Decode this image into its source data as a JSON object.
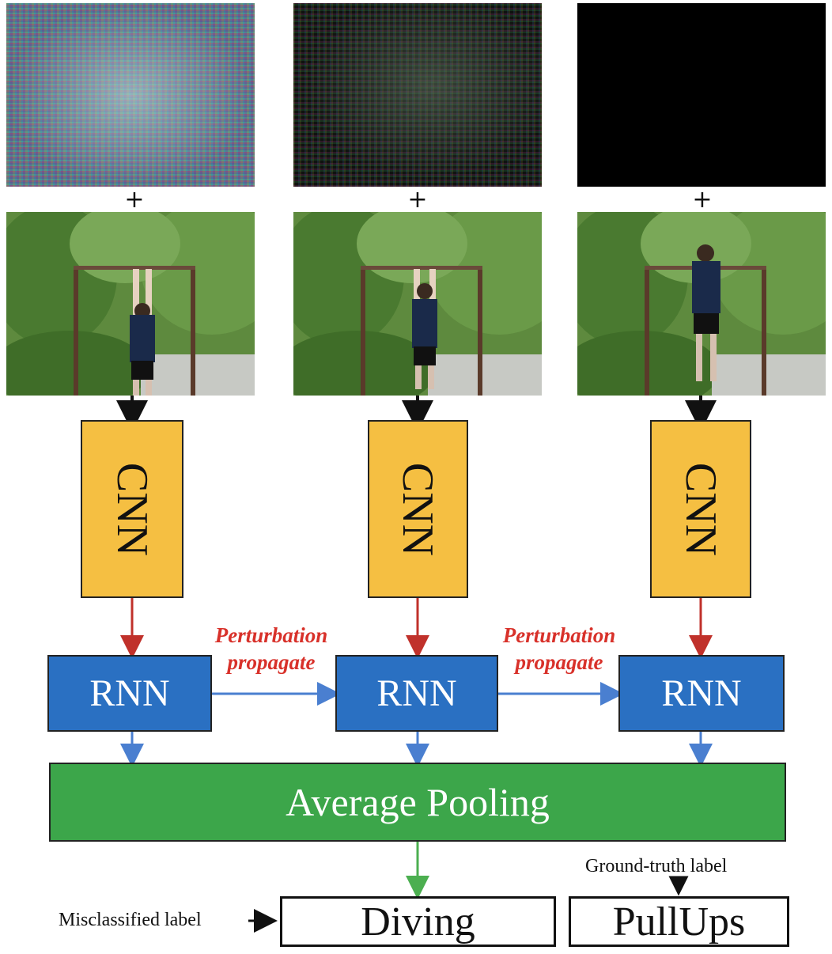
{
  "plus_signs": [
    "+",
    "+",
    "+"
  ],
  "cnn_labels": [
    "CNN",
    "CNN",
    "CNN"
  ],
  "rnn_labels": [
    "RNN",
    "RNN",
    "RNN"
  ],
  "perturbation_labels": [
    {
      "line1": "Perturbation",
      "line2": "propagate"
    },
    {
      "line1": "Perturbation",
      "line2": "propagate"
    }
  ],
  "pooling_label": "Average Pooling",
  "predicted_label": "Diving",
  "true_label": "PullUps",
  "misclassified_caption": "Misclassified label",
  "ground_truth_caption": "Ground-truth label",
  "colors": {
    "cnn": "#f5bf42",
    "rnn": "#2a70c2",
    "pooling": "#3ca64a",
    "perturbation_text": "#d8312a",
    "cnn_to_rnn_arrow": "#c0312b",
    "rnn_arrow": "#4a7fd0",
    "pool_arrow": "#4caf50"
  }
}
